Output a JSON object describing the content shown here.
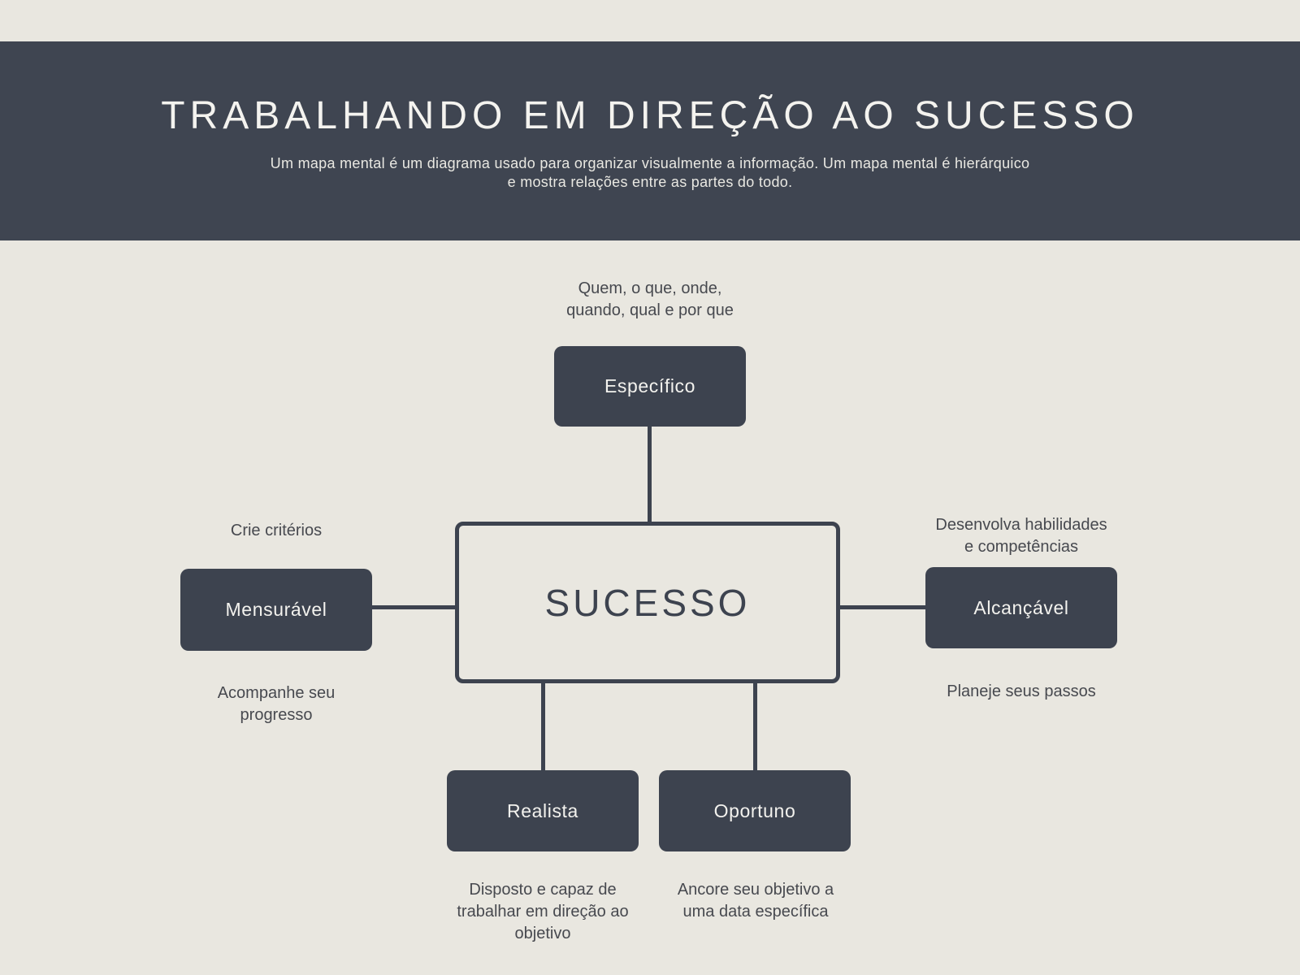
{
  "colors": {
    "background": "#e9e7e0",
    "header_background": "#3f4551",
    "node_background": "#3d434f",
    "node_text": "#f3f2ee",
    "note_text": "#47494f",
    "connector_line": "#3d434f"
  },
  "header": {
    "title": "TRABALHANDO EM DIREÇÃO AO SUCESSO",
    "subtitle": "Um mapa mental é um diagrama usado para organizar visualmente a informação. Um mapa mental é hierárquico\ne mostra relações entre as partes do todo."
  },
  "mindmap": {
    "center_label": "SUCESSO",
    "nodes": {
      "especifico": {
        "label": "Específico",
        "note_above": "Quem, o que, onde,\nquando, qual e por que"
      },
      "mensuravel": {
        "label": "Mensurável",
        "note_above": "Crie critérios",
        "note_below": "Acompanhe seu\nprogresso"
      },
      "alcancavel": {
        "label": "Alcançável",
        "note_above": "Desenvolva habilidades\ne competências",
        "note_below": "Planeje seus passos"
      },
      "realista": {
        "label": "Realista",
        "note_below": "Disposto e capaz de\ntrabalhar em direção ao\nobjetivo"
      },
      "oportuno": {
        "label": "Oportuno",
        "note_below": "Ancore seu objetivo a\numa data específica"
      }
    }
  }
}
